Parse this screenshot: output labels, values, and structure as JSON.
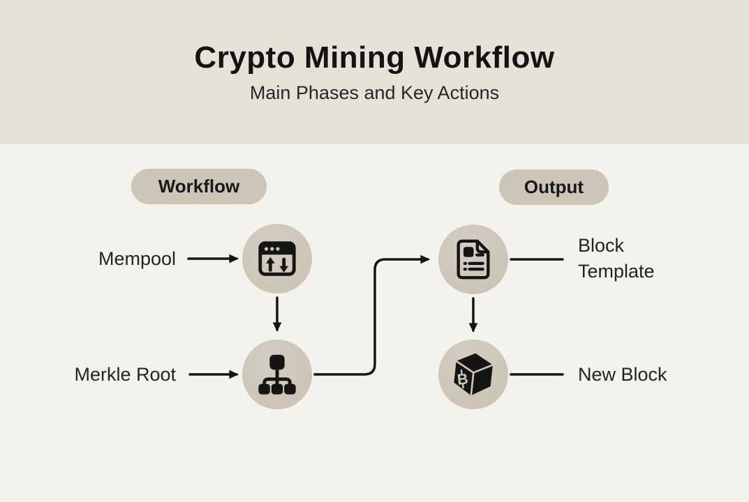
{
  "header": {
    "title": "Crypto Mining Workflow",
    "subtitle": "Main Phases and Key Actions"
  },
  "pills": {
    "workflow": "Workflow",
    "output": "Output"
  },
  "nodes": {
    "mempool": {
      "label": "Mempool",
      "icon": "browser-updown-icon"
    },
    "merkle_root": {
      "label": "Merkle Root",
      "icon": "merkle-tree-icon"
    },
    "block_template": {
      "label": "Block Template",
      "icon": "block-template-document-icon"
    },
    "new_block": {
      "label": "New Block",
      "icon": "bitcoin-cube-icon"
    }
  },
  "edges": [
    {
      "from": "mempool-label",
      "to": "mempool-node",
      "arrow": true
    },
    {
      "from": "merkle-root-label",
      "to": "merkle-root-node",
      "arrow": true
    },
    {
      "from": "mempool-node",
      "to": "merkle-root-node",
      "arrow": true
    },
    {
      "from": "merkle-root-node",
      "to": "block-template-node",
      "arrow": true,
      "shape": "elbow-right-up-right"
    },
    {
      "from": "block-template-node",
      "to": "block-template-label",
      "arrow": false
    },
    {
      "from": "block-template-node",
      "to": "new-block-node",
      "arrow": true
    },
    {
      "from": "new-block-node",
      "to": "new-block-label",
      "arrow": false
    }
  ],
  "colors": {
    "header-bg": "#e6e1d7",
    "body-bg": "#f3f2ed",
    "node-bg": "#cdc5b8",
    "pill-bg": "#ccc5b8",
    "ink": "#151515",
    "text": "#232326"
  }
}
